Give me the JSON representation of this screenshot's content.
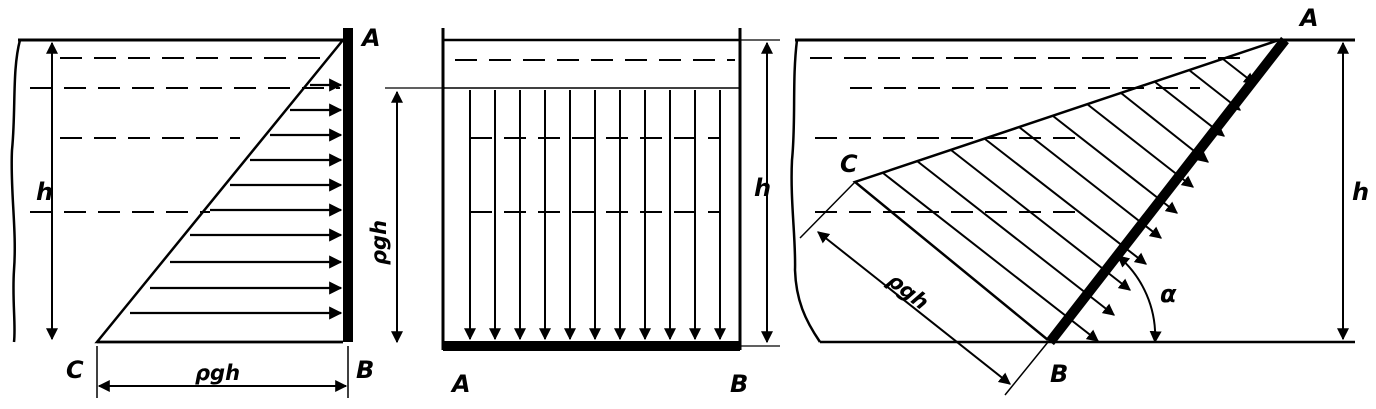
{
  "panels": [
    {
      "name": "vertical-wall",
      "labels": {
        "top": "A",
        "bottom": "B",
        "left_corner": "C",
        "depth": "h",
        "pressure": "ρgh"
      }
    },
    {
      "name": "horizontal-bottom",
      "labels": {
        "left": "A",
        "right": "B",
        "depth": "h",
        "pressure": "ρgh"
      }
    },
    {
      "name": "inclined-wall",
      "labels": {
        "top": "A",
        "bottom": "B",
        "apex": "C",
        "depth": "h",
        "pressure": "ρgh",
        "angle": "α"
      }
    }
  ]
}
